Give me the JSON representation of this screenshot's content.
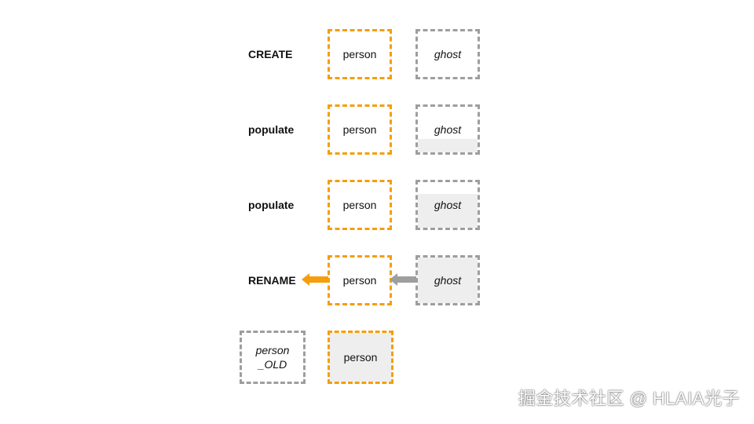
{
  "rows": [
    {
      "label": "CREATE",
      "person": "person",
      "ghost": "ghost",
      "ghost_fill": 0
    },
    {
      "label": "populate",
      "person": "person",
      "ghost": "ghost",
      "ghost_fill": 0.3
    },
    {
      "label": "populate",
      "person": "person",
      "ghost": "ghost",
      "ghost_fill": 0.75
    },
    {
      "label": "RENAME",
      "person": "person",
      "ghost": "ghost",
      "ghost_fill": 1
    }
  ],
  "final": {
    "old_line1": "person",
    "old_line2": "_OLD",
    "new_person": "person"
  },
  "colors": {
    "active": "#f59e0b",
    "inactive": "#9e9e9e",
    "fill": "#eeeeee"
  },
  "watermark": "掘金技术社区 @ HLAIA光子"
}
